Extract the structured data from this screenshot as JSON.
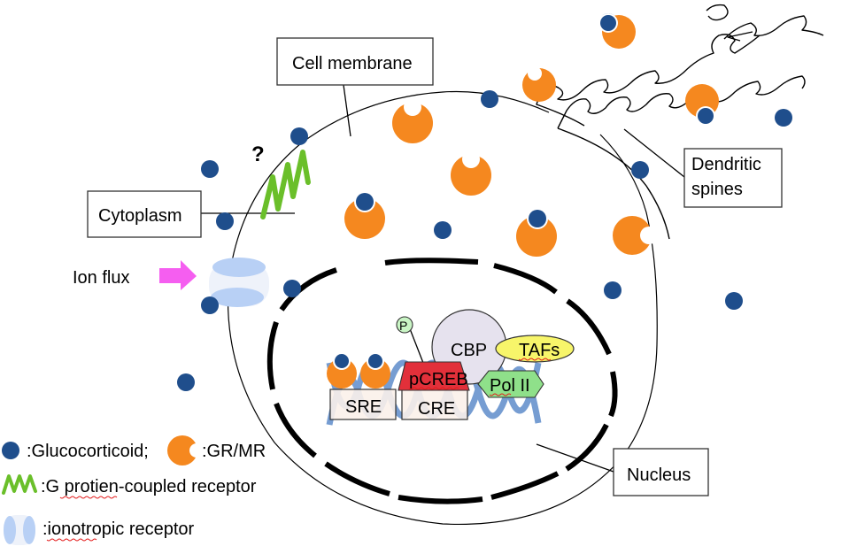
{
  "colors": {
    "glucocorticoid": "#1f4e8c",
    "receptor": "#f5881f",
    "gpcr": "#6abf2a",
    "ion_arrow": "#f55ef0",
    "ion_channel": "#b8d0f5",
    "dna": "#6f98d0",
    "pcreb": "#e2303a",
    "pol2": "#8fe08a",
    "tafs": "#f7f56a",
    "cbp": "#e6e2ee",
    "phospho": "#c9f5c5",
    "site_box": "#fbf1ea"
  },
  "labels": {
    "cell_membrane": "Cell membrane",
    "cytoplasm": "Cytoplasm",
    "dendritic_spines_line1": "Dendritic",
    "dendritic_spines_line2": "spines",
    "nucleus": "Nucleus",
    "ion_flux": "Ion flux",
    "question_mark": "?"
  },
  "transcription": {
    "phospho": "P",
    "cbp": "CBP",
    "tafs": "TAFs",
    "pcreb": "pCREB",
    "pol2": "Pol II",
    "sre": "SRE",
    "cre": "CRE"
  },
  "legend": {
    "glucocorticoid": ":Glucocorticoid;",
    "gr_mr": ":GR/MR",
    "gpcr": ":G protien-coupled receptor",
    "ionotropic": ":ionotropic receptor"
  }
}
